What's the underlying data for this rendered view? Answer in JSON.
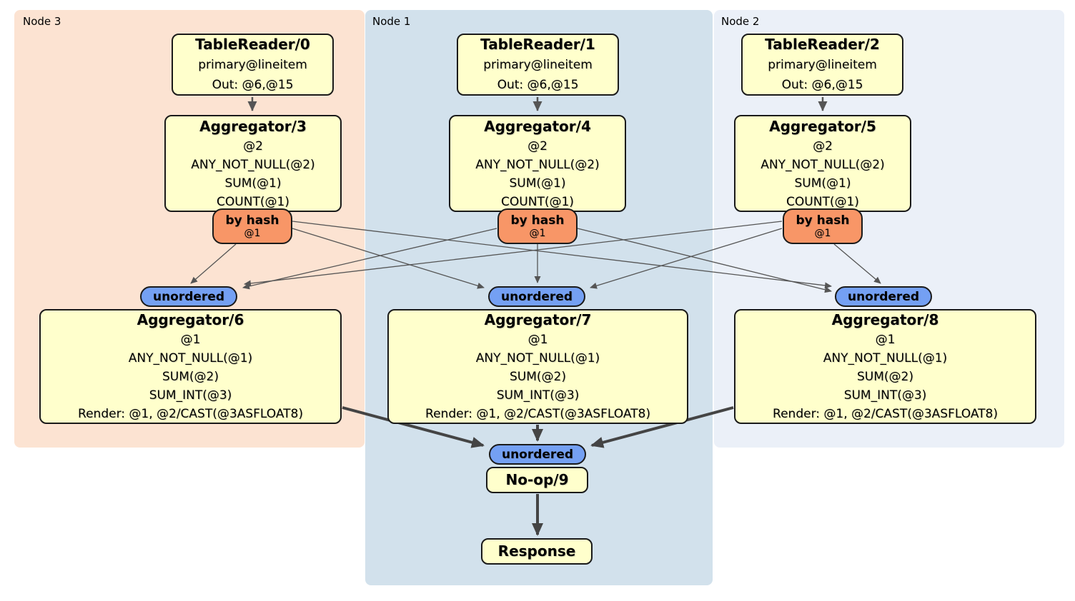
{
  "groups": [
    {
      "label": "Node 3"
    },
    {
      "label": "Node 1"
    },
    {
      "label": "Node 2"
    }
  ],
  "table_readers": [
    {
      "title": "TableReader/0",
      "lines": [
        "primary@lineitem",
        "Out: @6,@15"
      ]
    },
    {
      "title": "TableReader/1",
      "lines": [
        "primary@lineitem",
        "Out: @6,@15"
      ]
    },
    {
      "title": "TableReader/2",
      "lines": [
        "primary@lineitem",
        "Out: @6,@15"
      ]
    }
  ],
  "stage1_aggregators": [
    {
      "title": "Aggregator/3",
      "lines": [
        "@2",
        "ANY_NOT_NULL(@2)",
        "SUM(@1)",
        "COUNT(@1)"
      ]
    },
    {
      "title": "Aggregator/4",
      "lines": [
        "@2",
        "ANY_NOT_NULL(@2)",
        "SUM(@1)",
        "COUNT(@1)"
      ]
    },
    {
      "title": "Aggregator/5",
      "lines": [
        "@2",
        "ANY_NOT_NULL(@2)",
        "SUM(@1)",
        "COUNT(@1)"
      ]
    }
  ],
  "routers": [
    {
      "label": "by hash",
      "detail": "@1"
    },
    {
      "label": "by hash",
      "detail": "@1"
    },
    {
      "label": "by hash",
      "detail": "@1"
    }
  ],
  "stream_syncs": [
    {
      "label": "unordered"
    },
    {
      "label": "unordered"
    },
    {
      "label": "unordered"
    }
  ],
  "stage2_aggregators": [
    {
      "title": "Aggregator/6",
      "lines": [
        "@1",
        "ANY_NOT_NULL(@1)",
        "SUM(@2)",
        "SUM_INT(@3)",
        "Render: @1, @2/CAST(@3ASFLOAT8)"
      ]
    },
    {
      "title": "Aggregator/7",
      "lines": [
        "@1",
        "ANY_NOT_NULL(@1)",
        "SUM(@2)",
        "SUM_INT(@3)",
        "Render: @1, @2/CAST(@3ASFLOAT8)"
      ]
    },
    {
      "title": "Aggregator/8",
      "lines": [
        "@1",
        "ANY_NOT_NULL(@1)",
        "SUM(@2)",
        "SUM_INT(@3)",
        "Render: @1, @2/CAST(@3ASFLOAT8)"
      ]
    }
  ],
  "final_sync": {
    "label": "unordered"
  },
  "noop": {
    "title": "No-op/9"
  },
  "response": {
    "title": "Response"
  },
  "colors": {
    "node3_bg": "#fce3d2",
    "node1_bg": "#d2e1ec",
    "node2_bg": "#ebf0f8",
    "processor_bg": "#ffffcc",
    "router_bg": "#f89667",
    "sync_bg": "#74a0f3",
    "edge": "#555555",
    "thick_edge": "#444444"
  }
}
